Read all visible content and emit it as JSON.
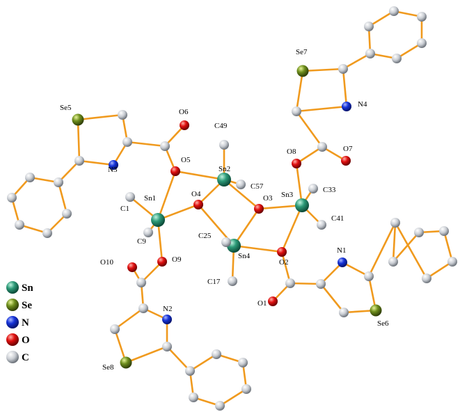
{
  "atoms": {
    "Sn1": {
      "label": "Sn1",
      "el": "Sn"
    },
    "Sn2": {
      "label": "Sn2",
      "el": "Sn"
    },
    "Sn3": {
      "label": "Sn3",
      "el": "Sn"
    },
    "Sn4": {
      "label": "Sn4",
      "el": "Sn"
    },
    "O1": {
      "label": "O1",
      "el": "O"
    },
    "O2": {
      "label": "O2",
      "el": "O"
    },
    "O3": {
      "label": "O3",
      "el": "O"
    },
    "O4": {
      "label": "O4",
      "el": "O"
    },
    "O5": {
      "label": "O5",
      "el": "O"
    },
    "O6": {
      "label": "O6",
      "el": "O"
    },
    "O7": {
      "label": "O7",
      "el": "O"
    },
    "O8": {
      "label": "O8",
      "el": "O"
    },
    "O9": {
      "label": "O9",
      "el": "O"
    },
    "O10": {
      "label": "O10",
      "el": "O"
    },
    "N1": {
      "label": "N1",
      "el": "N"
    },
    "N2": {
      "label": "N2",
      "el": "N"
    },
    "N3": {
      "label": "N3",
      "el": "N"
    },
    "N4": {
      "label": "N4",
      "el": "N"
    },
    "Se5": {
      "label": "Se5",
      "el": "Se"
    },
    "Se6": {
      "label": "Se6",
      "el": "Se"
    },
    "Se7": {
      "label": "Se7",
      "el": "Se"
    },
    "Se8": {
      "label": "Se8",
      "el": "Se"
    },
    "C1": {
      "label": "C1",
      "el": "C"
    },
    "C9": {
      "label": "C9",
      "el": "C"
    },
    "C17": {
      "label": "C17",
      "el": "C"
    },
    "C25": {
      "label": "C25",
      "el": "C"
    },
    "C33": {
      "label": "C33",
      "el": "C"
    },
    "C41": {
      "label": "C41",
      "el": "C"
    },
    "C49": {
      "label": "C49",
      "el": "C"
    },
    "C57": {
      "label": "C57",
      "el": "C"
    }
  },
  "legend": [
    {
      "symbol": "Sn",
      "color": "#2c9a78"
    },
    {
      "symbol": "Se",
      "color": "#6f8f1e"
    },
    {
      "symbol": "N",
      "color": "#1633d8"
    },
    {
      "symbol": "O",
      "color": "#e01010"
    },
    {
      "symbol": "C",
      "color": "#c8ccd2"
    }
  ],
  "colors": {
    "bond": "#f09a1e",
    "Sn": "#2c9a78",
    "Se": "#6f8f1e",
    "N": "#1633d8",
    "O": "#e01010",
    "C": "#c8ccd2"
  }
}
